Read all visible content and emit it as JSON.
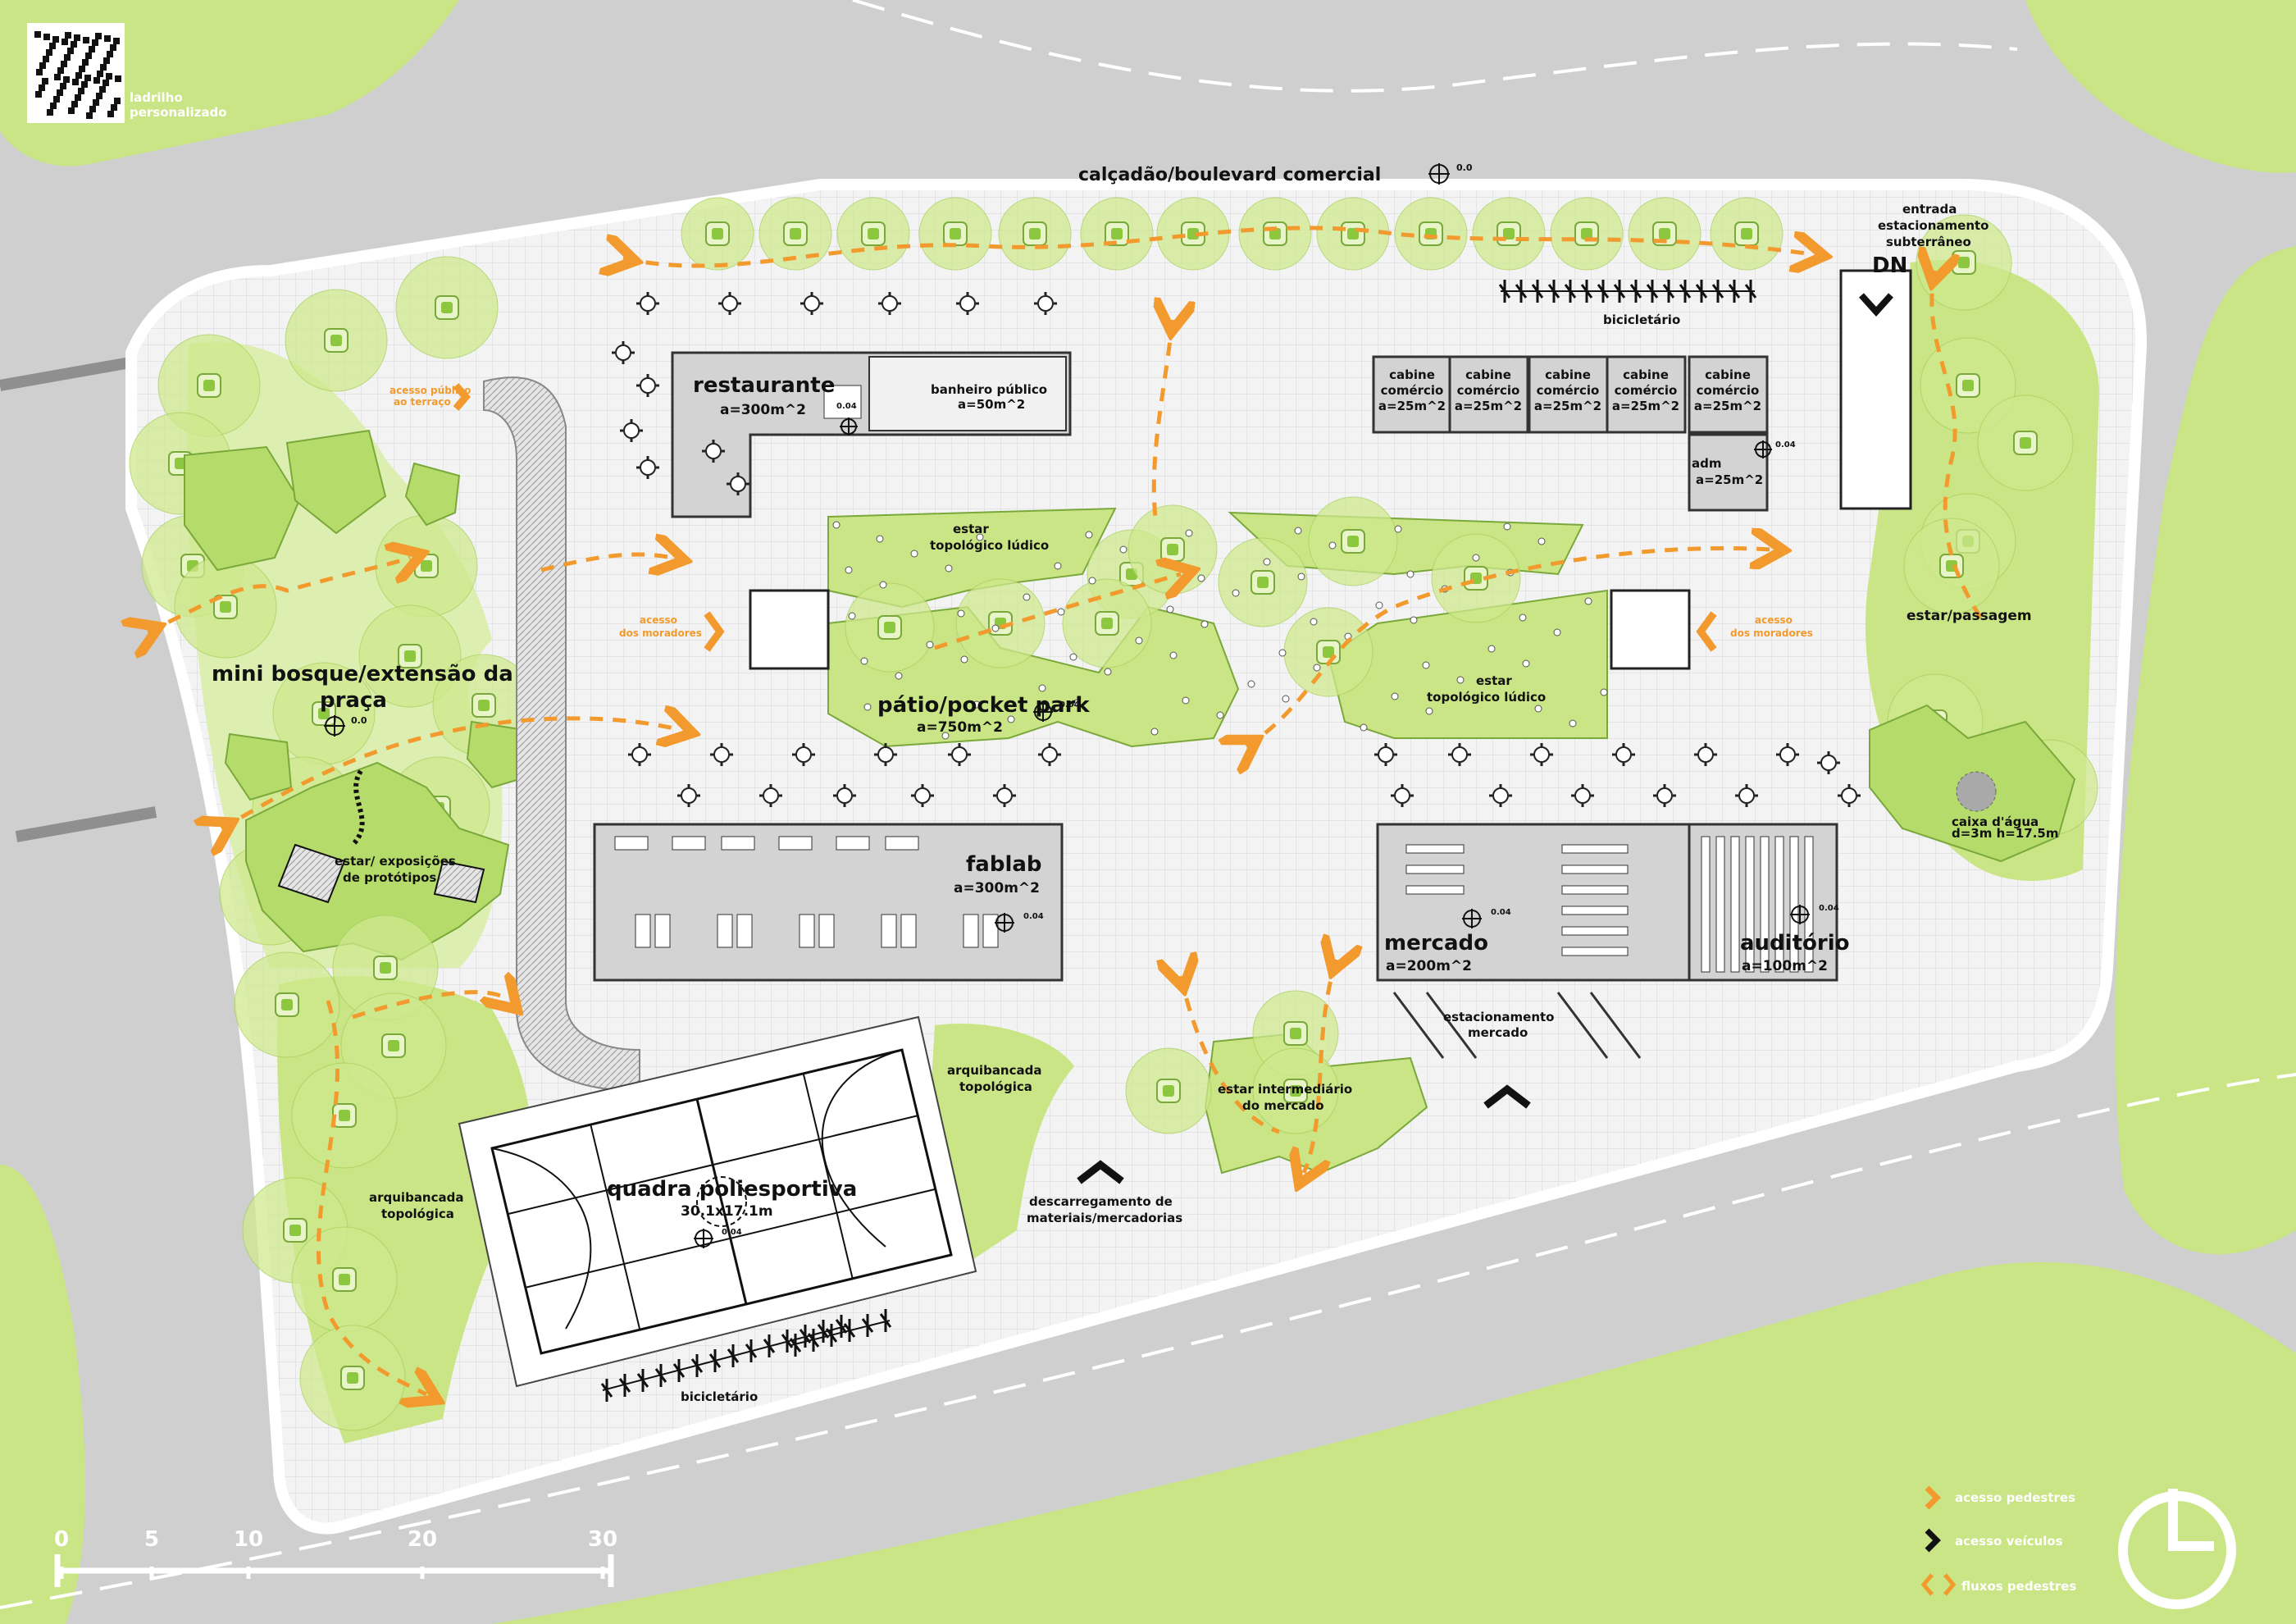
{
  "legend_top": {
    "title_line1": "ladrilho",
    "title_line2": "personalizado"
  },
  "street_title": "calçadão/boulevard comercial",
  "level_marks": {
    "street": "0.0",
    "bosque": "0.0",
    "restaurant": "0.04",
    "patio": "0.04",
    "fablab": "0.04",
    "mercado": "0.04",
    "auditorio": "0.04",
    "adm": "0.04",
    "court": "0.04"
  },
  "buildings": {
    "restaurant": {
      "name": "restaurante",
      "area": "a=300m^2"
    },
    "wc": {
      "name": "banheiro público",
      "area": "a=50m^2"
    },
    "cabins": [
      {
        "line1": "cabine",
        "line2": "comércio",
        "area": "a=25m^2"
      },
      {
        "line1": "cabine",
        "line2": "comércio",
        "area": "a=25m^2"
      },
      {
        "line1": "cabine",
        "line2": "comércio",
        "area": "a=25m^2"
      },
      {
        "line1": "cabine",
        "line2": "comércio",
        "area": "a=25m^2"
      },
      {
        "line1": "cabine",
        "line2": "comércio",
        "area": "a=25m^2"
      }
    ],
    "adm": {
      "name": "adm",
      "area": "a=25m^2"
    },
    "fablab": {
      "name": "fablab",
      "area": "a=300m^2"
    },
    "mercado": {
      "name": "mercado",
      "area": "a=200m^2"
    },
    "auditorio": {
      "name": "auditório",
      "area": "a=100m^2"
    }
  },
  "areas": {
    "patio": {
      "name": "pátio/pocket park",
      "area": "a=750m^2"
    },
    "estar_ludico_1": {
      "line1": "estar",
      "line2": "topológico lúdico"
    },
    "estar_ludico_2": {
      "line1": "estar",
      "line2": "topológico lúdico"
    },
    "bosque": {
      "line1": "mini bosque/extensão da",
      "line2": "praça"
    },
    "estar_expo": {
      "line1": "estar/ exposições",
      "line2": "de protótipos"
    },
    "estar_passagem": "estar/passagem",
    "caixa_agua": {
      "line1": "caixa d'água",
      "line2": "d=3m h=17.5m"
    },
    "estar_mercado": {
      "line1": "estar intermediário",
      "line2": "do mercado"
    },
    "arquibancada_1": {
      "line1": "arquibancada",
      "line2": "topológica"
    },
    "arquibancada_2": {
      "line1": "arquibancada",
      "line2": "topológica"
    },
    "court": {
      "name": "quadra poliesportiva",
      "dims": "30.1x17.1m"
    },
    "descarregamento": {
      "line1": "descarregamento de",
      "line2": "materiais/mercadorias"
    },
    "parking_mercado": {
      "line1": "estacionamento",
      "line2": "mercado"
    },
    "parking_entry": {
      "line1": "entrada",
      "line2": "estacionamento",
      "line3": "subterrâneo",
      "code": "DN"
    },
    "bike_top": "bicicletário",
    "bike_bottom": "bicicletário",
    "acesso_terraco": {
      "line1": "acesso público",
      "line2": "ao terraço"
    },
    "acesso_left": {
      "line1": "acesso",
      "line2": "dos moradores"
    },
    "acesso_right": {
      "line1": "acesso",
      "line2": "dos moradores"
    }
  },
  "scale_bar": {
    "ticks": [
      "0",
      "5",
      "10",
      "20",
      "30"
    ],
    "values_m": [
      0,
      5,
      10,
      20,
      30
    ]
  },
  "legend": {
    "pedestrian_access": "acesso pedestres",
    "vehicle_access": "acesso veículos",
    "pedestrian_flows": "fluxos pedestres"
  },
  "colors": {
    "green": "#c9e585",
    "green_dark": "#8dc63f",
    "tree": "#dff0b4",
    "orange": "#f29a2e",
    "road": "#cfcfcf",
    "building": "#d3d3d3",
    "plaza": "#f1f1f1"
  }
}
